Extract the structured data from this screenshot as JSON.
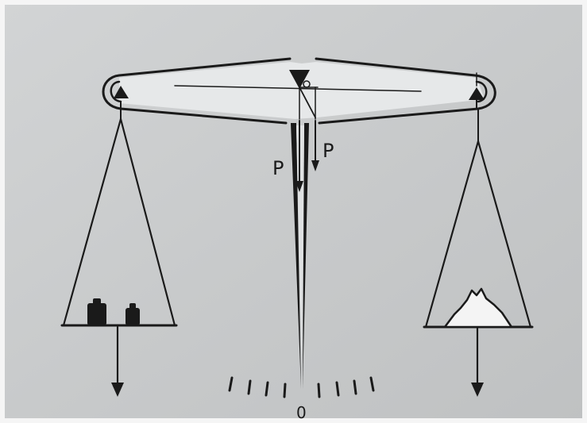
{
  "diagram": {
    "labels": {
      "force_left": "P",
      "force_right": "P",
      "scale_zero": "0"
    },
    "colors": {
      "background": "#c9cbcc",
      "line": "#1a1a1a",
      "highlight": "#eef0f1",
      "mineral_fill": "#f4f4f4"
    }
  }
}
